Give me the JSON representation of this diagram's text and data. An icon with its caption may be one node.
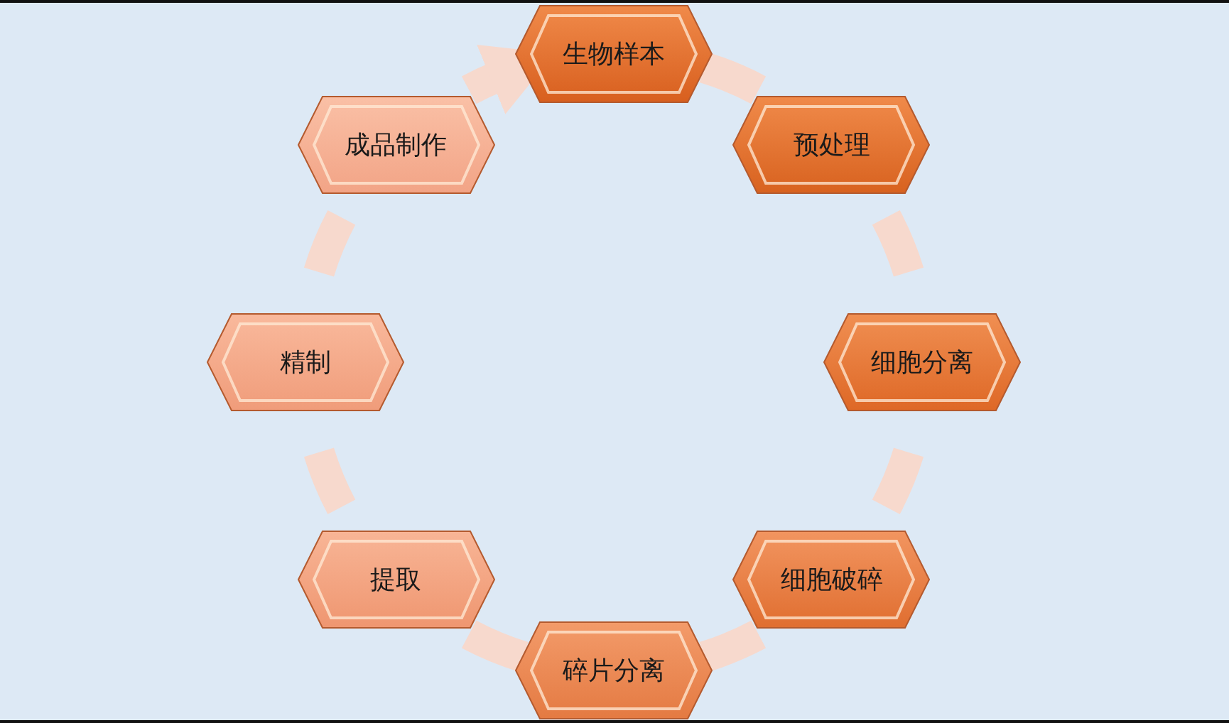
{
  "diagram": {
    "nodes": [
      {
        "text": [
          "生物样本"
        ]
      },
      {
        "text": [
          "预处理"
        ]
      },
      {
        "text": [
          "细胞分离"
        ]
      },
      {
        "text": [
          "细胞破碎"
        ]
      },
      {
        "text": [
          "碎片分离"
        ]
      },
      {
        "text": [
          "提取"
        ]
      },
      {
        "text": [
          "精制"
        ]
      },
      {
        "text": [
          "成品制作"
        ]
      }
    ],
    "edges": [
      {
        "from": 0,
        "to": 1,
        "arrow": "none"
      },
      {
        "from": 1,
        "to": 2,
        "arrow": "none"
      },
      {
        "from": 2,
        "to": 3,
        "arrow": "none"
      },
      {
        "from": 3,
        "to": 4,
        "arrow": "none"
      },
      {
        "from": 4,
        "to": 5,
        "arrow": "none"
      },
      {
        "from": 5,
        "to": 6,
        "arrow": "none"
      },
      {
        "from": 6,
        "to": 7,
        "arrow": "none"
      },
      {
        "from": 7,
        "to": 0,
        "arrow": "to"
      }
    ]
  }
}
